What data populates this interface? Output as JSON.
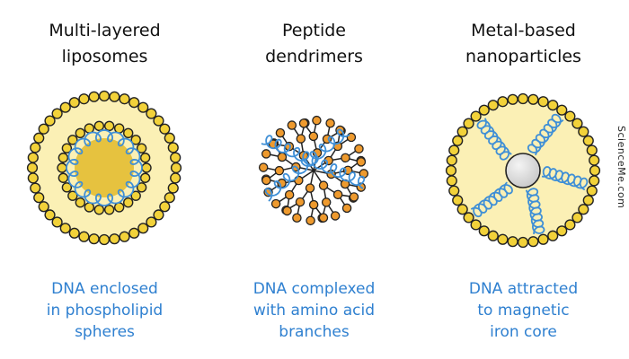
{
  "colors": {
    "outline": "#222222",
    "lipid_bead": "#f2d23a",
    "fill_light": "#fbf0b5",
    "fill_core": "#e6c23f",
    "dna": "#3f8fd6",
    "amino_bead": "#ee9a2e",
    "metal_core": "#c8c8c8",
    "caption_text": "#2f80d0",
    "title_text": "#111111"
  },
  "panels": [
    {
      "title": "Multi-layered\nliposomes",
      "caption": "DNA enclosed\nin phospholipid\nspheres",
      "icon": "multilayer-liposome-icon"
    },
    {
      "title": "Peptide\ndendrimers",
      "caption": "DNA complexed\nwith amino acid\nbranches",
      "icon": "peptide-dendrimer-icon"
    },
    {
      "title": "Metal-based\nnanoparticles",
      "caption": "DNA attracted\nto magnetic\niron core",
      "icon": "metal-nanoparticle-icon"
    }
  ],
  "credit": "ScienceMe.com"
}
